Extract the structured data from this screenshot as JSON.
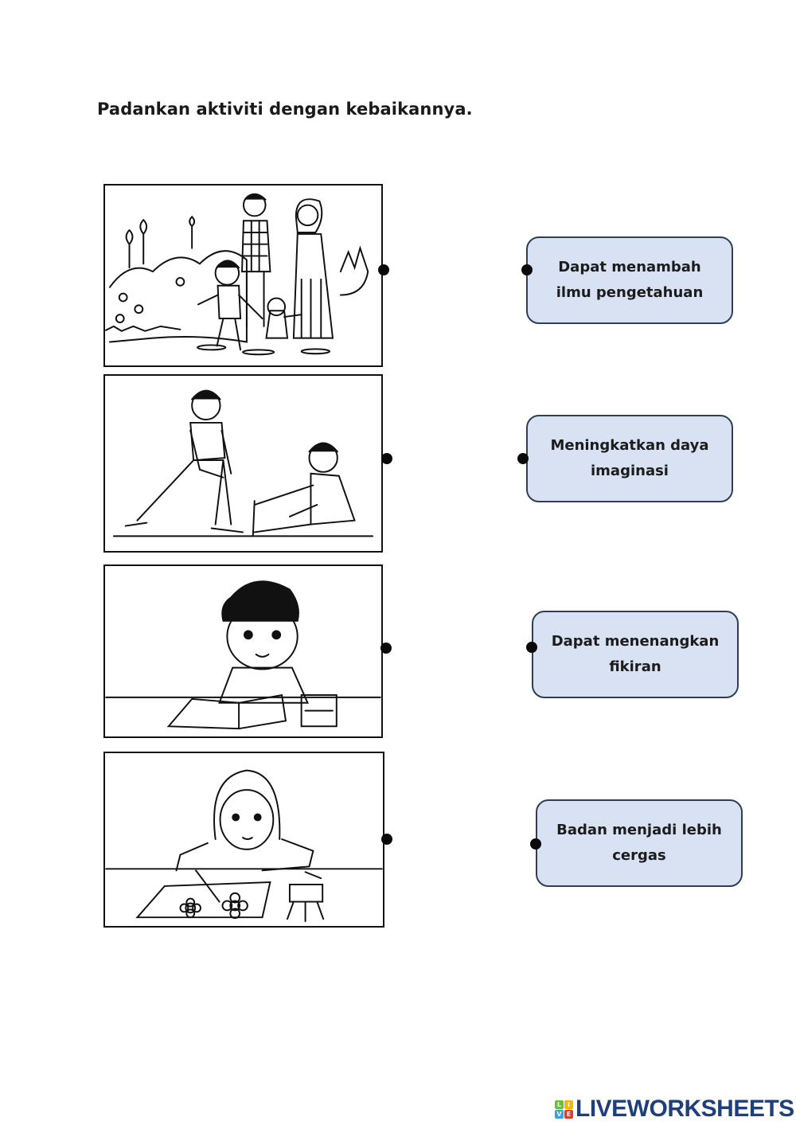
{
  "instruction": "Padankan aktiviti dengan kebaikannya.",
  "activities": [
    {
      "name": "family-walk-in-park",
      "alt": "Keluarga berjalan-jalan di taman"
    },
    {
      "name": "boys-stretching-exercise",
      "alt": "Dua budak lelaki melakukan regangan"
    },
    {
      "name": "boy-reading-book",
      "alt": "Budak lelaki membaca buku"
    },
    {
      "name": "girl-drawing-flowers",
      "alt": "Budak perempuan melukis bunga"
    }
  ],
  "benefits": [
    {
      "label": "Dapat menambah\nilmu pengetahuan"
    },
    {
      "label": "Meningkatkan daya\nimaginasi"
    },
    {
      "label": "Dapat menenangkan\nfikiran"
    },
    {
      "label": "Badan menjadi lebih\ncergas"
    }
  ],
  "colors": {
    "card_fill": "#d9e2f3",
    "card_border": "#2f3e55",
    "dot": "#0a0a0a",
    "logo_text": "#1f3f7a"
  },
  "footer": {
    "logo_letters": [
      "L",
      "I",
      "V",
      "E"
    ],
    "logo_letter_colors": [
      "#6bbf3a",
      "#f5b800",
      "#3aa0e0",
      "#e53935"
    ],
    "brand": "LIVEWORKSHEETS"
  }
}
